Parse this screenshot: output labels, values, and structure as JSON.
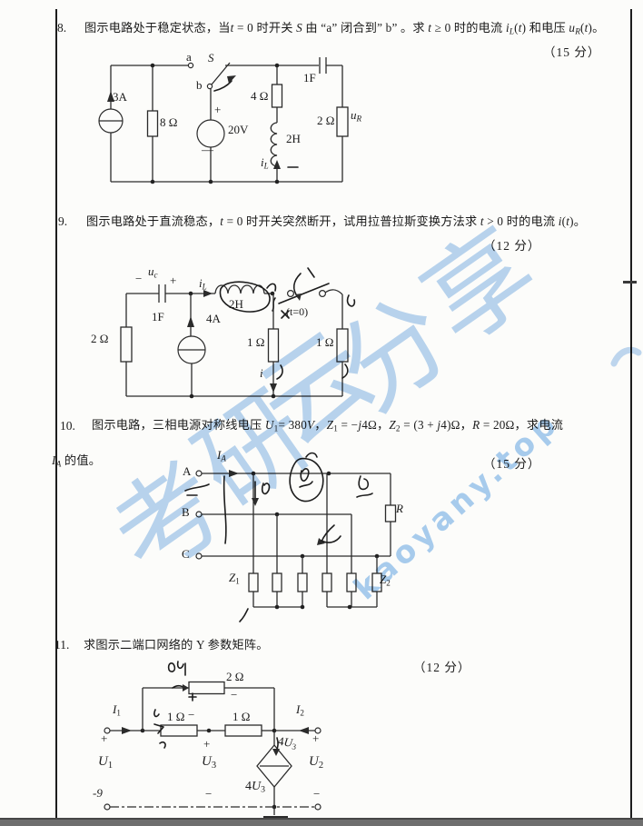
{
  "watermark": {
    "chars": [
      "考",
      "研",
      "云",
      "分",
      "享"
    ],
    "url": "kaoyany.top",
    "color": "#9cc3e8"
  },
  "problems": {
    "p8": {
      "number": "8.",
      "points": "（15 分）",
      "title": [
        {
          "t": "图示电路处于稳定状态，当",
          "s": "n"
        },
        {
          "t": "t",
          "s": "i"
        },
        {
          "t": " = 0 时开关 ",
          "s": "n"
        },
        {
          "t": "S",
          "s": "i"
        },
        {
          "t": " 由 “a” 闭合到” b” 。求 ",
          "s": "n"
        },
        {
          "t": "t",
          "s": "i"
        },
        {
          "t": " ≥ 0 时的电流 ",
          "s": "n"
        },
        {
          "t": "i",
          "s": "i"
        },
        {
          "t": "L",
          "s": "subi"
        },
        {
          "t": "(",
          "s": "n"
        },
        {
          "t": "t",
          "s": "i"
        },
        {
          "t": ") 和电压 ",
          "s": "n"
        },
        {
          "t": "u",
          "s": "i"
        },
        {
          "t": "R",
          "s": "subi"
        },
        {
          "t": "(",
          "s": "n"
        },
        {
          "t": "t",
          "s": "i"
        },
        {
          "t": ")。",
          "s": "n"
        }
      ]
    },
    "p9": {
      "number": "9.",
      "points": "（12 分）",
      "title": [
        {
          "t": "图示电路处于直流稳态，",
          "s": "n"
        },
        {
          "t": "t",
          "s": "i"
        },
        {
          "t": " = 0 时开关突然断开，试用拉普拉斯变换方法求 ",
          "s": "n"
        },
        {
          "t": "t",
          "s": "i"
        },
        {
          "t": " > 0 时的电流 ",
          "s": "n"
        },
        {
          "t": "i",
          "s": "i"
        },
        {
          "t": "(",
          "s": "n"
        },
        {
          "t": "t",
          "s": "i"
        },
        {
          "t": ")。",
          "s": "n"
        }
      ]
    },
    "p10": {
      "number": "10.",
      "points": "（15 分）",
      "title": [
        {
          "t": "图示电路，三相电源对称线电压 ",
          "s": "n"
        },
        {
          "t": "U",
          "s": "i"
        },
        {
          "t": "1",
          "s": "sub"
        },
        {
          "t": "= 380",
          "s": "n"
        },
        {
          "t": "V",
          "s": "i"
        },
        {
          "t": "，",
          "s": "n"
        },
        {
          "t": "Z",
          "s": "i"
        },
        {
          "t": "1",
          "s": "sub"
        },
        {
          "t": " = −",
          "s": "n"
        },
        {
          "t": "j",
          "s": "i"
        },
        {
          "t": "4Ω，",
          "s": "n"
        },
        {
          "t": "Z",
          "s": "i"
        },
        {
          "t": "2",
          "s": "sub"
        },
        {
          "t": " = (3 + ",
          "s": "n"
        },
        {
          "t": "j",
          "s": "i"
        },
        {
          "t": "4)Ω，",
          "s": "n"
        },
        {
          "t": "R",
          "s": "i"
        },
        {
          "t": " = 20Ω，求电流",
          "s": "n"
        }
      ],
      "title2": [
        {
          "t": "I",
          "s": "i"
        },
        {
          "t": "A",
          "s": "subi"
        },
        {
          "t": " 的值。",
          "s": "n"
        }
      ]
    },
    "p11": {
      "number": "11.",
      "points": "（12 分）",
      "title": [
        {
          "t": "求图示二端口网络的 Y 参数矩阵。",
          "s": "n"
        }
      ]
    }
  },
  "c8": {
    "labels": {
      "a": "a",
      "s": "S",
      "b": "b",
      "src": "3A",
      "r8": "8 Ω",
      "plus": "+",
      "v20": "20V",
      "minus": "—",
      "r4": "4 Ω",
      "l2h": "2H",
      "cap": "1F",
      "r2": "2 Ω",
      "il": [
        {
          "t": "i",
          "s": "i"
        },
        {
          "t": "L",
          "s": "subi"
        }
      ],
      "ur": [
        {
          "t": "u",
          "s": "i"
        },
        {
          "t": "R",
          "s": "subi"
        }
      ],
      "dash": "—"
    }
  },
  "c9": {
    "labels": {
      "uc": [
        {
          "t": "u",
          "s": "i"
        },
        {
          "t": "c",
          "s": "subi"
        }
      ],
      "minus": "−",
      "plus": "+",
      "cap": "1F",
      "il": [
        {
          "t": "i",
          "s": "i"
        },
        {
          "t": "L",
          "s": "subi"
        }
      ],
      "src": "4A",
      "r2": "2 Ω",
      "l2h": "2H",
      "r1m": "1 Ω",
      "r1r": "1 Ω",
      "i": [
        {
          "t": "i",
          "s": "i"
        }
      ],
      "t0": "(t=0)"
    }
  },
  "c10": {
    "labels": {
      "A": "A",
      "B": "B",
      "C": "C",
      "ia": [
        {
          "t": "I",
          "s": "i"
        },
        {
          "t": "A",
          "s": "subi"
        }
      ],
      "z1": [
        {
          "t": "Z",
          "s": "i"
        },
        {
          "t": "1",
          "s": "sub"
        }
      ],
      "z2": [
        {
          "t": "Z",
          "s": "i"
        },
        {
          "t": "2",
          "s": "sub"
        }
      ],
      "r": [
        {
          "t": "R",
          "s": "i"
        }
      ]
    }
  },
  "c11": {
    "labels": {
      "i1": [
        {
          "t": "I",
          "s": "i"
        },
        {
          "t": "1",
          "s": "sub"
        }
      ],
      "i2": [
        {
          "t": "I",
          "s": "i"
        },
        {
          "t": "2",
          "s": "sub"
        }
      ],
      "u1": [
        {
          "t": "U",
          "s": "i"
        },
        {
          "t": "1",
          "s": "sub"
        }
      ],
      "u2": [
        {
          "t": "U",
          "s": "i"
        },
        {
          "t": "2",
          "s": "sub"
        }
      ],
      "u3": [
        {
          "t": "U",
          "s": "i"
        },
        {
          "t": "3",
          "s": "sub"
        }
      ],
      "r2ohm": "2 Ω",
      "r1a": "1 Ω",
      "r1b": "1 Ω",
      "dep": [
        {
          "t": "4",
          "s": "n"
        },
        {
          "t": "U",
          "s": "i"
        },
        {
          "t": "3",
          "s": "sub"
        }
      ],
      "dep_hand": [
        {
          "t": "4",
          "s": "n"
        },
        {
          "t": "U",
          "s": "i"
        },
        {
          "t": "3",
          "s": "sub"
        }
      ],
      "neg9": "-9",
      "plus": "+",
      "minus": "−"
    }
  }
}
